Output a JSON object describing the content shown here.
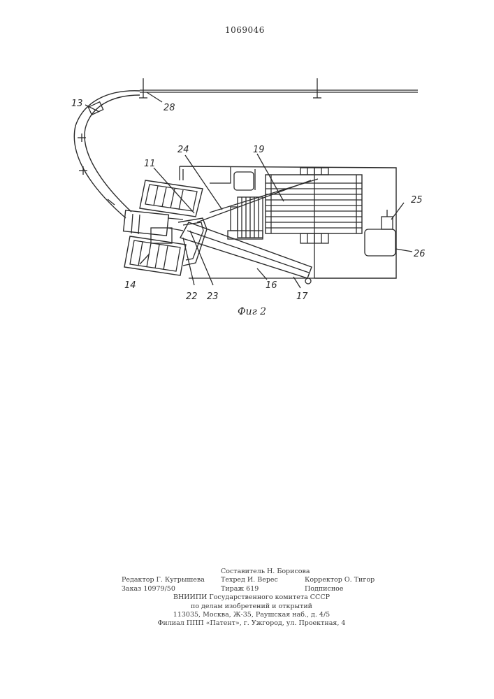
{
  "document": {
    "number": "1069046",
    "figure_caption": "Фиг 2"
  },
  "labels": {
    "l13": "13",
    "l28": "28",
    "l24": "24",
    "l19": "19",
    "l11": "11",
    "l25": "25",
    "l26": "26",
    "l14": "14",
    "l22": "22",
    "l23": "23",
    "l16": "16",
    "l17": "17"
  },
  "footer": {
    "composer": "Составитель Н. Борисова",
    "editor": "Редактор Г. Кугрышева",
    "techred": "Техред И. Верес",
    "corrector": "Корректор О. Тигор",
    "order": "Заказ 10979/50",
    "circulation": "Тираж 619",
    "subscription": "Подписное",
    "org1": "ВНИИПИ Государственного комитета СССР",
    "org2": "по делам изобретений и открытий",
    "address": "113035, Москва, Ж-35, Раушская наб., д. 4/5",
    "branch": "Филиал ППП «Патент», г. Ужгород, ул. Проектная, 4"
  }
}
